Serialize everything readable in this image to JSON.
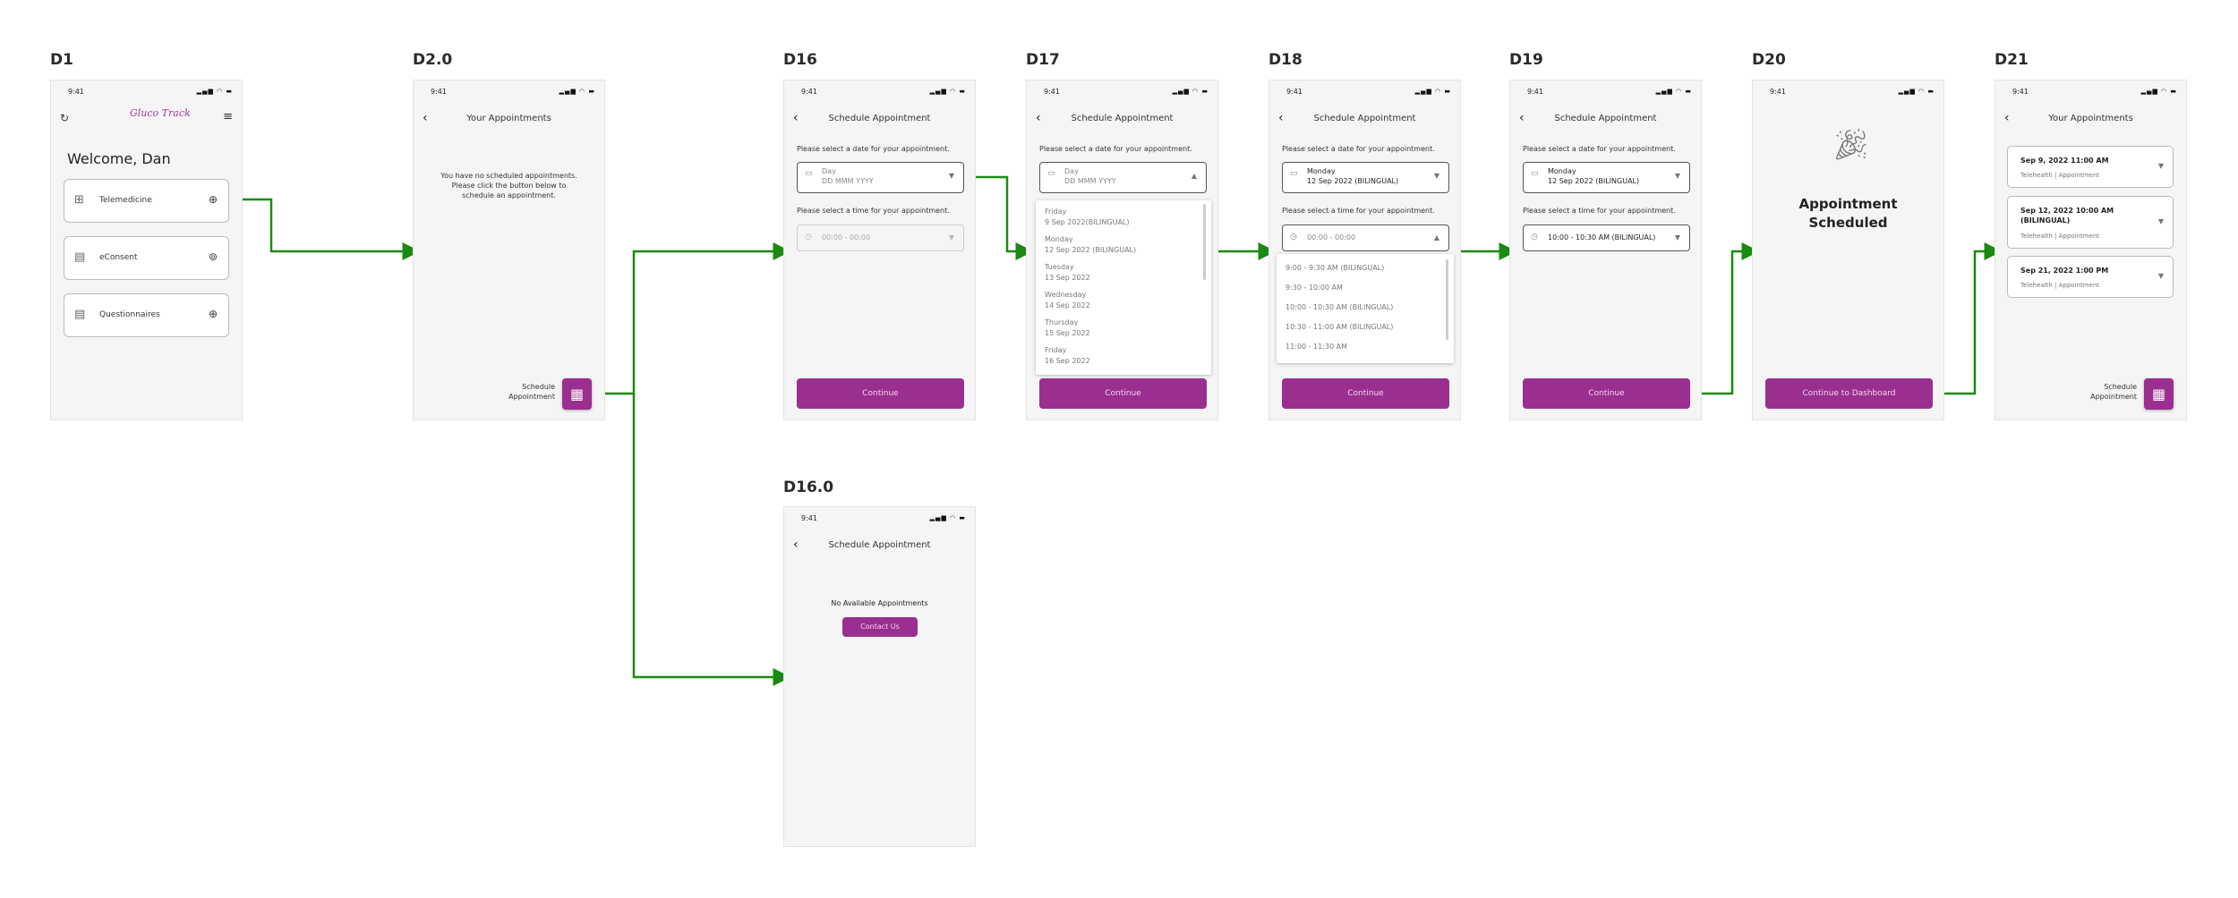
{
  "status": {
    "time": "9:41",
    "icons": "signal-wifi-battery-icons"
  },
  "colors": {
    "accent": "#9b2f8f",
    "arrow": "#1a8a10",
    "screen_bg": "#f5f5f5"
  },
  "d1": {
    "label": "D1",
    "logo_text": "Gluco Track",
    "welcome": "Welcome, Dan",
    "cards": [
      {
        "label": "Telemedicine",
        "icon": "video-plus-icon",
        "action_icon": "arrow-circle-icon"
      },
      {
        "label": "eConsent",
        "icon": "clipboard-icon",
        "action_icon": "lock-circle-icon"
      },
      {
        "label": "Questionnaires",
        "icon": "clipboard-list-icon",
        "action_icon": "arrow-circle-icon"
      }
    ]
  },
  "d2": {
    "label": "D2.0",
    "title": "Your Appointments",
    "message": [
      "You have no scheduled appointments.",
      "Please click the button below to",
      "schedule an appointment."
    ],
    "fab_label": [
      "Schedule",
      "Appointment"
    ]
  },
  "schedule": {
    "title": "Schedule Appointment",
    "date_prompt": "Please select a date for your appointment.",
    "time_prompt": "Please select a time for your appointment.",
    "day_placeholder": "Day",
    "date_placeholder": "DD MMM YYYY",
    "time_placeholder": "00:00 - 00:00",
    "continue": "Continue"
  },
  "d16": {
    "label": "D16"
  },
  "d17": {
    "label": "D17",
    "date_options": [
      [
        "Friday",
        "9 Sep 2022(BILINGUAL)"
      ],
      [
        "Monday",
        "12 Sep 2022 (BILINGUAL)"
      ],
      [
        "Tuesday",
        "13 Sep 2022"
      ],
      [
        "Wednesday",
        "14 Sep 2022"
      ],
      [
        "Thursday",
        "15 Sep 2022"
      ],
      [
        "Friday",
        "16 Sep 2022"
      ]
    ]
  },
  "d18": {
    "label": "D18",
    "selected_day": "Monday",
    "selected_date": "12 Sep 2022 (BILINGUAL)",
    "time_options": [
      "9:00 - 9:30 AM (BILINGUAL)",
      "9:30 - 10:00 AM",
      "10:00 - 10:30 AM (BILINGUAL)",
      "10:30 - 11:00 AM (BILINGUAL)",
      "11:00 - 11:30 AM"
    ]
  },
  "d19": {
    "label": "D19",
    "selected_time": "10:00 - 10:30 AM (BILINGUAL)"
  },
  "d20": {
    "label": "D20",
    "heading": [
      "Appointment",
      "Scheduled"
    ],
    "button": "Continue to Dashboard"
  },
  "d21": {
    "label": "D21",
    "title": "Your Appointments",
    "appointments": [
      {
        "datetime": "Sep 9, 2022 11:00 AM",
        "type": "Telehealth",
        "kind": "Appointment"
      },
      {
        "datetime": "Sep 12, 2022 10:00 AM",
        "extra": "(BILINGUAL)",
        "type": "Telehealth",
        "kind": "Appointment"
      },
      {
        "datetime": "Sep 21, 2022 1:00 PM",
        "type": "Telehealth",
        "kind": "Appointment"
      }
    ]
  },
  "d16_0": {
    "label": "D16.0",
    "message": "No Available Appointments",
    "button": "Contact Us"
  }
}
